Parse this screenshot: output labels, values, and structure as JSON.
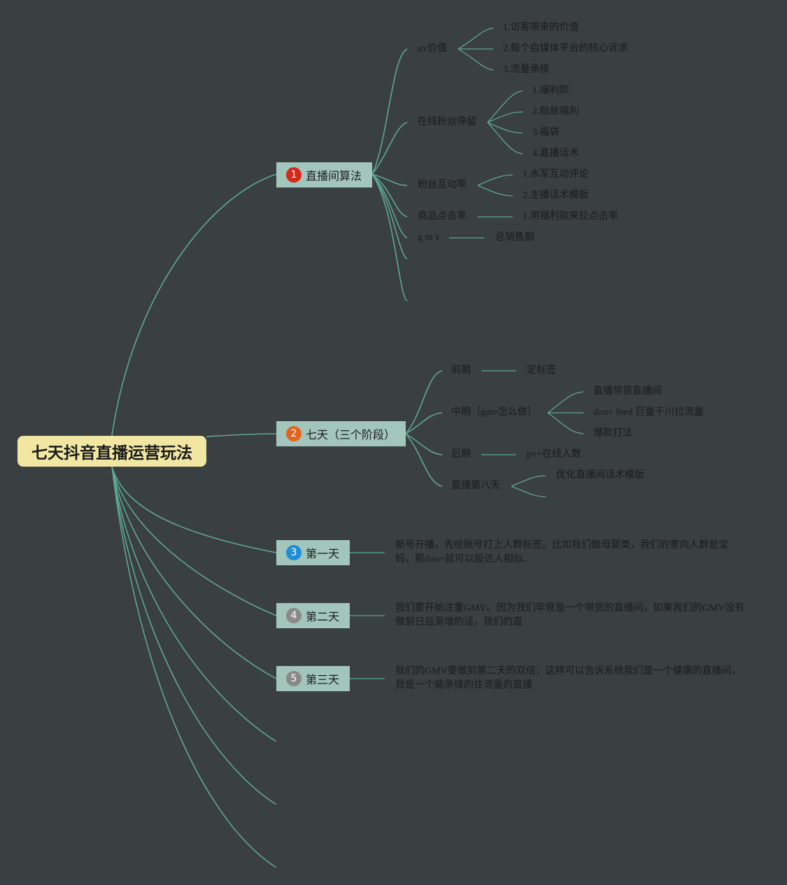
{
  "root": {
    "label": "七天抖音直播运营玩法"
  },
  "topics": [
    {
      "number": "1",
      "label": "直播间算法",
      "color": "#d6281a",
      "children": [
        {
          "label": "uv价值",
          "children": [
            "1.访客带来的价值",
            "2.每个自媒体平台的核心诉求",
            "3.流量承接"
          ]
        },
        {
          "label": "在线粉丝停留",
          "children": [
            "1.福利款",
            "2.粉丝福利",
            "3.福袋",
            "4.直播话术"
          ]
        },
        {
          "label": "粉丝互动率",
          "children": [
            "1.水军互动评论",
            "2.主播话术模板"
          ]
        },
        {
          "label": "商品点击率",
          "children": [
            "1.用福利款来拉点击率"
          ]
        },
        {
          "label": "g m v",
          "children": [
            "总销售额"
          ]
        }
      ]
    },
    {
      "number": "2",
      "label": "七天（三个阶段）",
      "color": "#e2641f",
      "children": [
        {
          "label": "前期",
          "children": [
            "定标签"
          ]
        },
        {
          "label": "中期（gmv怎么做）",
          "children": [
            "直播带货直播间",
            "dou+ feed 巨量千川拉流量",
            "爆款打法"
          ]
        },
        {
          "label": "后期",
          "children": [
            "pv+在线人数"
          ]
        },
        {
          "label": "直播第八天",
          "children": [
            "优化直播间话术模版"
          ]
        }
      ]
    },
    {
      "number": "3",
      "label": "第一天",
      "color": "#1e8fd6",
      "note": [
        "新号开播，先给账号打上人群标签。比如我们做母婴类，我们的意向人群是宝",
        "妈，那dou+就可以投达人相似、"
      ]
    },
    {
      "number": "4",
      "label": "第二天",
      "color": "#8a8a8a",
      "note": [
        "我们要开始注重GMV。因为我们毕竟是一个带货的直播间，如果我们的GMV没有",
        "做到日益渐增的话，我们的直"
      ]
    },
    {
      "number": "5",
      "label": "第三天",
      "color": "#8a8a8a",
      "note": [
        "我们的GMV要做到第二天的双倍，这样可以告诉系统我们是一个健康的直播间，",
        "我是一个能承接的住流量的直播"
      ]
    }
  ]
}
